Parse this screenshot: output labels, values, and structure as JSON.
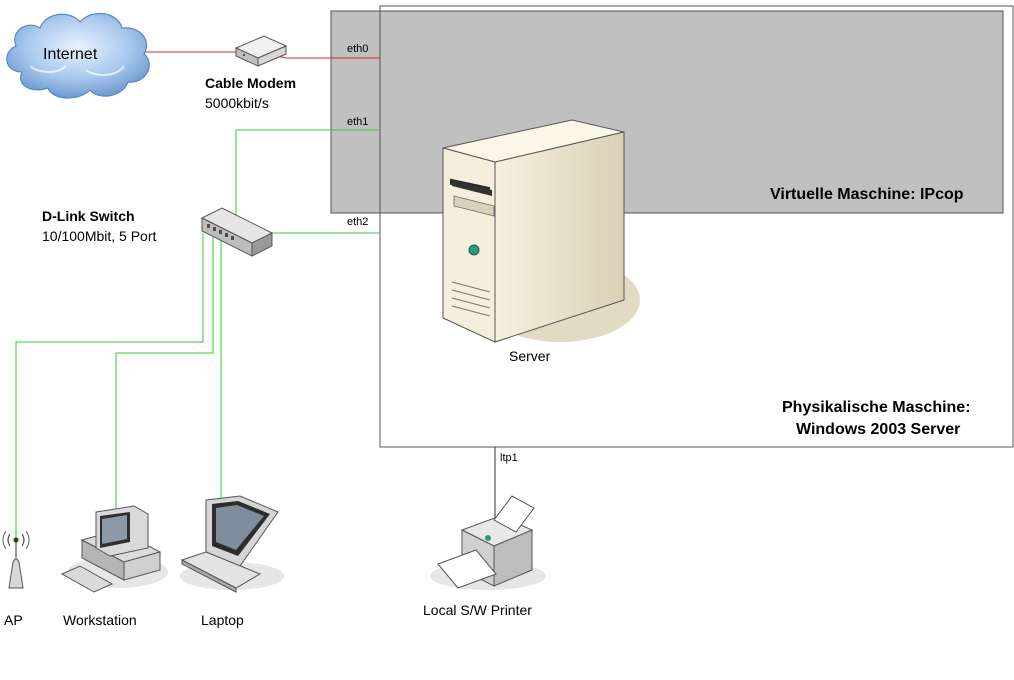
{
  "internet_label": "Internet",
  "cable_modem": {
    "name": "Cable Modem",
    "speed": "5000kbit/s"
  },
  "switch": {
    "name": "D-Link Switch",
    "spec": "10/100Mbit, 5 Port"
  },
  "interfaces": {
    "eth0": "eth0",
    "eth1": "eth1",
    "eth2": "eth2",
    "ltp1": "ltp1"
  },
  "virtual_machine": {
    "label": "Virtuelle Maschine: IPcop",
    "fill": "#c0c0c0"
  },
  "physical_machine": {
    "label_line1": "Physikalische Maschine:",
    "label_line2": "Windows 2003 Server"
  },
  "server_label": "Server",
  "printer_label": "Local S/W Printer",
  "clients": {
    "ap": "AP",
    "workstation": "Workstation",
    "laptop": "Laptop"
  },
  "colors": {
    "internet_link": "#e02020",
    "lan_link": "#33cc33",
    "printer_link": "#333333"
  }
}
